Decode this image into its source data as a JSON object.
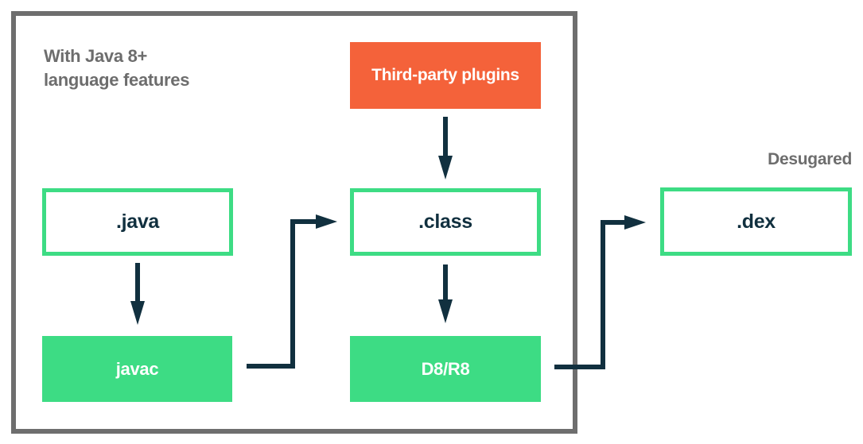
{
  "theme": {
    "green": "#3ddc84",
    "orange": "#f4623a",
    "navy": "#11303f",
    "frame-gray": "#6e6e6e",
    "text-gray": "#6d6d6d",
    "white": "#ffffff"
  },
  "annotations": {
    "note_line1": "With Java 8+",
    "note_line2": "language features",
    "desugared": "Desugared"
  },
  "nodes": {
    "plugins": {
      "label": "Third-party plugins",
      "style": "filled-orange"
    },
    "java": {
      "label": ".java",
      "style": "green-outline"
    },
    "class": {
      "label": ".class",
      "style": "green-outline"
    },
    "dex": {
      "label": ".dex",
      "style": "green-outline"
    },
    "javac": {
      "label": "javac",
      "style": "filled-green"
    },
    "d8r8": {
      "label": "D8/R8",
      "style": "filled-green"
    }
  },
  "edges": [
    {
      "from": "java",
      "to": "javac",
      "shape": "straight-down"
    },
    {
      "from": "plugins",
      "to": "class",
      "shape": "straight-down"
    },
    {
      "from": "class",
      "to": "d8r8",
      "shape": "straight-down"
    },
    {
      "from": "javac",
      "to": "class",
      "shape": "elbow-right-up-right"
    },
    {
      "from": "d8r8",
      "to": "dex",
      "shape": "elbow-right-up-right"
    }
  ]
}
